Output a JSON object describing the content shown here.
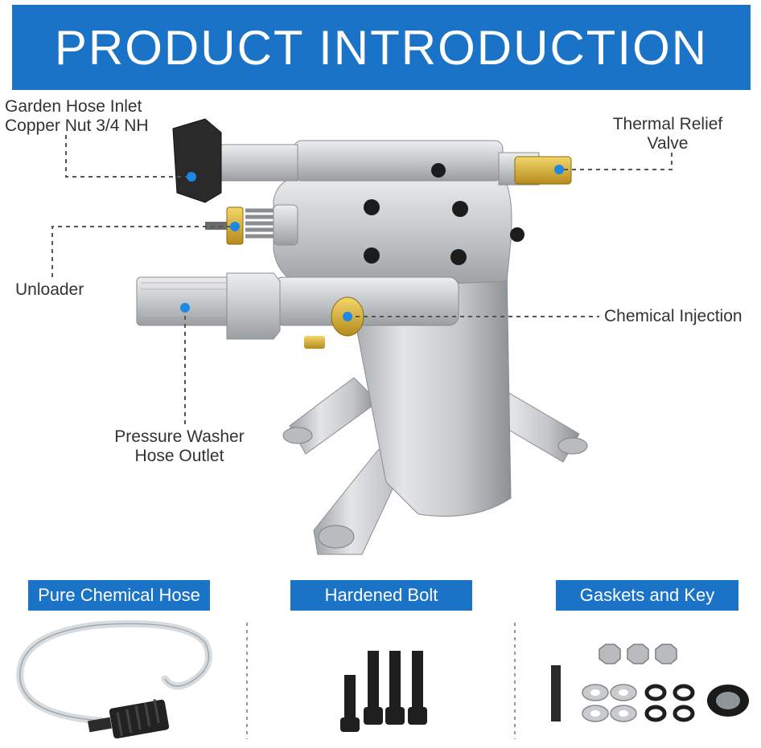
{
  "banner": {
    "title": "PRODUCT INTRODUCTION"
  },
  "callouts": {
    "inlet_line1": "Garden Hose Inlet",
    "inlet_line2": "Copper Nut 3/4 NH",
    "thermal_line1": "Thermal Relief",
    "thermal_line2": "Valve",
    "unloader": "Unloader",
    "chemical_injection": "Chemical Injection",
    "outlet_line1": "Pressure Washer",
    "outlet_line2": "Hose Outlet"
  },
  "accessories": [
    {
      "label": "Pure Chemical Hose"
    },
    {
      "label": "Hardened Bolt"
    },
    {
      "label": "Gaskets and Key"
    }
  ],
  "colors": {
    "accent": "#1a73c6",
    "marker": "#1e88e5"
  }
}
